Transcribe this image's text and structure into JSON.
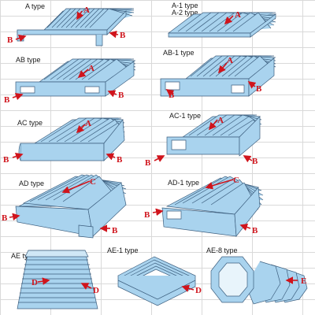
{
  "labels": {
    "a": "A type",
    "a1": "A-1 type",
    "a2": "A-2 type",
    "ab": "AB type",
    "ab1": "AB-1 type",
    "ac": "AC type",
    "ac1": "AC-1 type",
    "ad": "AD type",
    "ad1": "AD-1 type",
    "ae": "AE type",
    "ae1": "AE-1 type",
    "ae8": "AE-8 type"
  },
  "markers": {
    "a": "A",
    "b": "B",
    "c": "C",
    "d": "D",
    "e": "E"
  },
  "colors": {
    "cover_fill": "#a9d3ee",
    "cover_stroke": "#3c5e7e",
    "arrow": "#d0141c",
    "grid": "#d9d9d9"
  }
}
